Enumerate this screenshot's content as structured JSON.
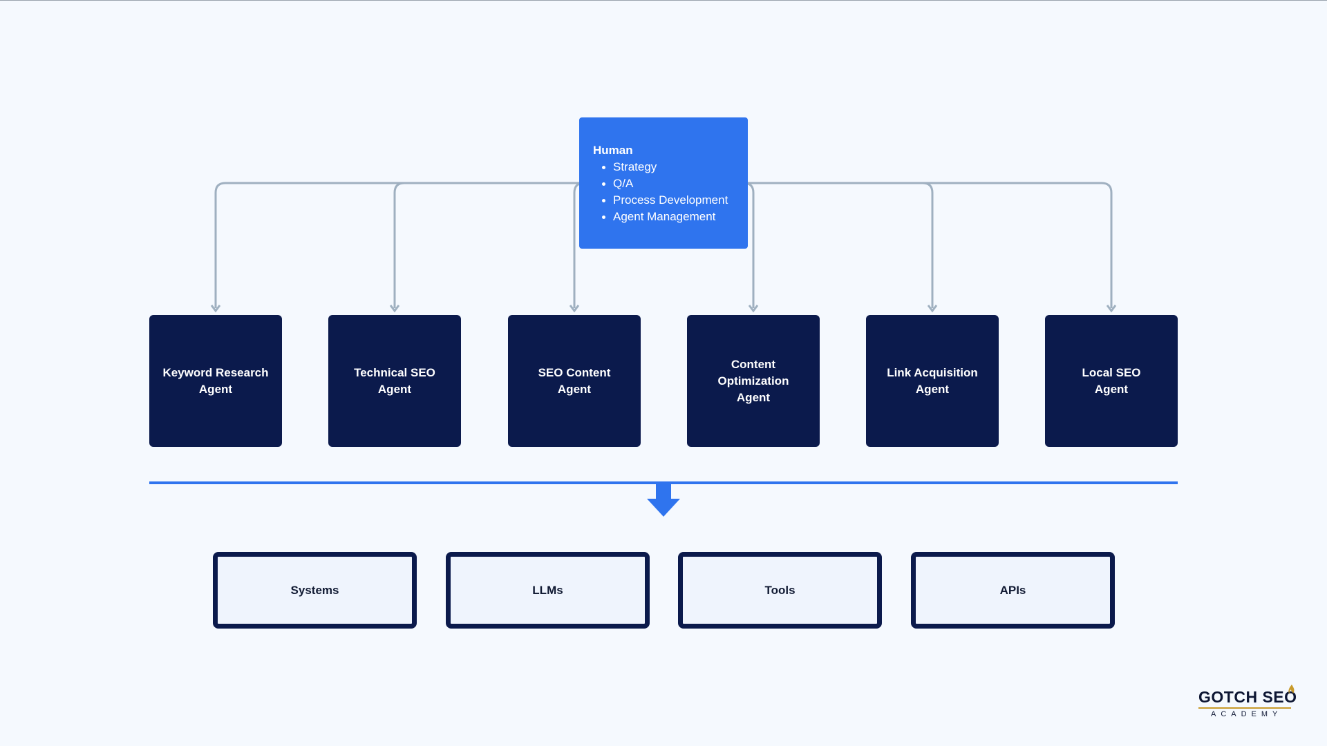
{
  "colors": {
    "background": "#f5f9fe",
    "human_box": "#2f74ee",
    "agent_box": "#0b1a4c",
    "connector": "#9fb0c0",
    "divider": "#2f74ee",
    "resource_border": "#0b1a4c",
    "resource_fill": "#eff4fd"
  },
  "human": {
    "title": "Human",
    "items": [
      "Strategy",
      "Q/A",
      "Process Development",
      "Agent Management"
    ]
  },
  "agents": [
    {
      "label": "Keyword Research\nAgent"
    },
    {
      "label": "Technical SEO\nAgent"
    },
    {
      "label": "SEO Content\nAgent"
    },
    {
      "label": "Content\nOptimization\nAgent"
    },
    {
      "label": "Link Acquisition\nAgent"
    },
    {
      "label": "Local SEO\nAgent"
    }
  ],
  "resources": [
    {
      "label": "Systems"
    },
    {
      "label": "LLMs"
    },
    {
      "label": "Tools"
    },
    {
      "label": "APIs"
    }
  ],
  "logo": {
    "name": "GOTCH SEO",
    "subtitle": "ACADEMY"
  }
}
